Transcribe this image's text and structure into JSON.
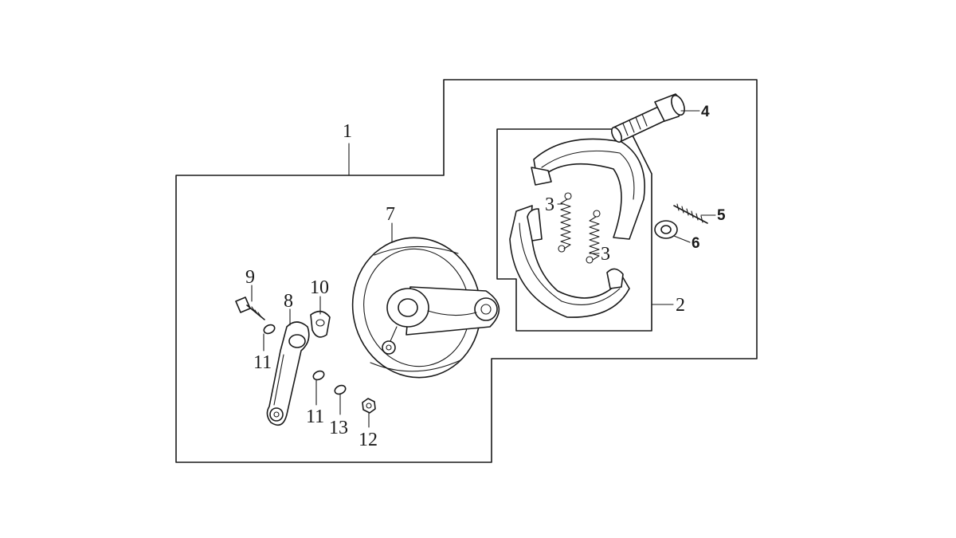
{
  "diagram": {
    "callouts": [
      {
        "id": "1",
        "label": "1"
      },
      {
        "id": "2",
        "label": "2"
      },
      {
        "id": "3a",
        "label": "3"
      },
      {
        "id": "3b",
        "label": "3"
      },
      {
        "id": "4",
        "label": "4"
      },
      {
        "id": "5",
        "label": "5"
      },
      {
        "id": "6",
        "label": "6"
      },
      {
        "id": "7",
        "label": "7"
      },
      {
        "id": "8",
        "label": "8"
      },
      {
        "id": "9",
        "label": "9"
      },
      {
        "id": "10",
        "label": "10"
      },
      {
        "id": "11a",
        "label": "11"
      },
      {
        "id": "11b",
        "label": "11"
      },
      {
        "id": "12",
        "label": "12"
      },
      {
        "id": "13",
        "label": "13"
      }
    ]
  }
}
